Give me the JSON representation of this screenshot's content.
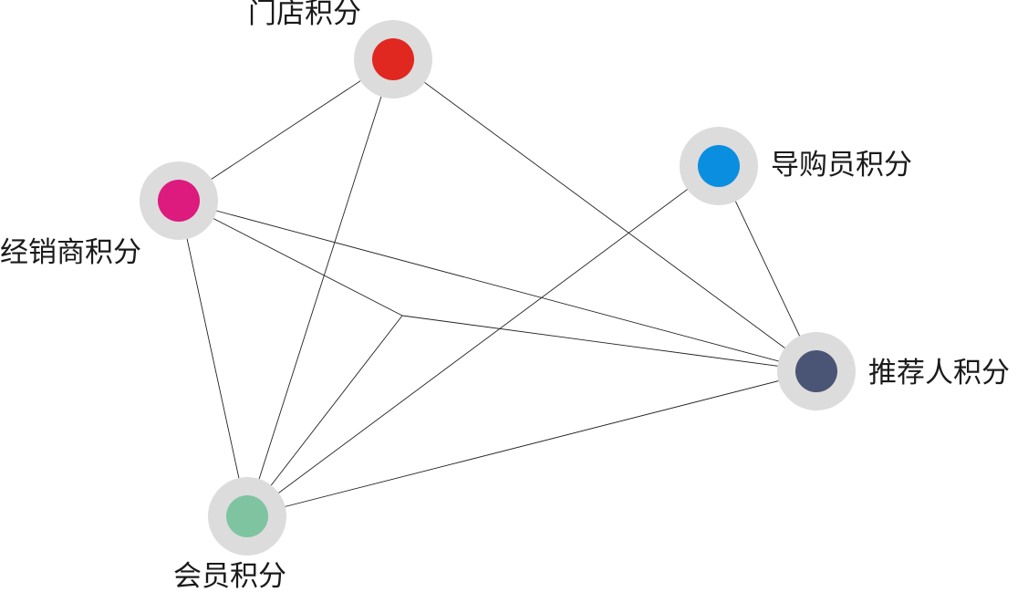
{
  "nodes": [
    {
      "id": "store",
      "label": "门店积分",
      "color": "#e02820"
    },
    {
      "id": "dealer",
      "label": "经销商积分",
      "color": "#dd1a7e"
    },
    {
      "id": "guide",
      "label": "导购员积分",
      "color": "#0a8ee0"
    },
    {
      "id": "referrer",
      "label": "推荐人积分",
      "color": "#4a5474"
    },
    {
      "id": "member",
      "label": "会员积分",
      "color": "#7ec4a0"
    }
  ],
  "hub": {
    "id": "center"
  },
  "edges": [
    [
      "store",
      "dealer"
    ],
    [
      "store",
      "member"
    ],
    [
      "store",
      "referrer"
    ],
    [
      "dealer",
      "member"
    ],
    [
      "dealer",
      "referrer"
    ],
    [
      "dealer",
      "center"
    ],
    [
      "center",
      "referrer"
    ],
    [
      "center",
      "member"
    ],
    [
      "guide",
      "member"
    ],
    [
      "guide",
      "referrer"
    ],
    [
      "member",
      "referrer"
    ]
  ],
  "colors": {
    "ring": "#dcdcdc",
    "edge": "#222222"
  }
}
